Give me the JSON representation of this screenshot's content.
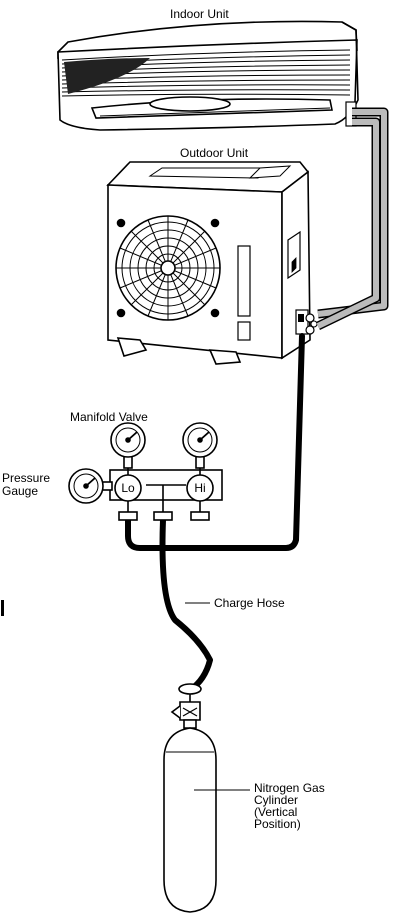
{
  "labels": {
    "indoor_unit": "Indoor Unit",
    "outdoor_unit": "Outdoor Unit",
    "manifold_valve": "Manifold Valve",
    "pressure_gauge": "Pressure\nGauge",
    "lo": "Lo",
    "hi": "Hi",
    "charge_hose": "Charge Hose",
    "nitrogen_cylinder": "Nitrogen Gas\nCylinder\n(Vertical\nPosition)"
  }
}
